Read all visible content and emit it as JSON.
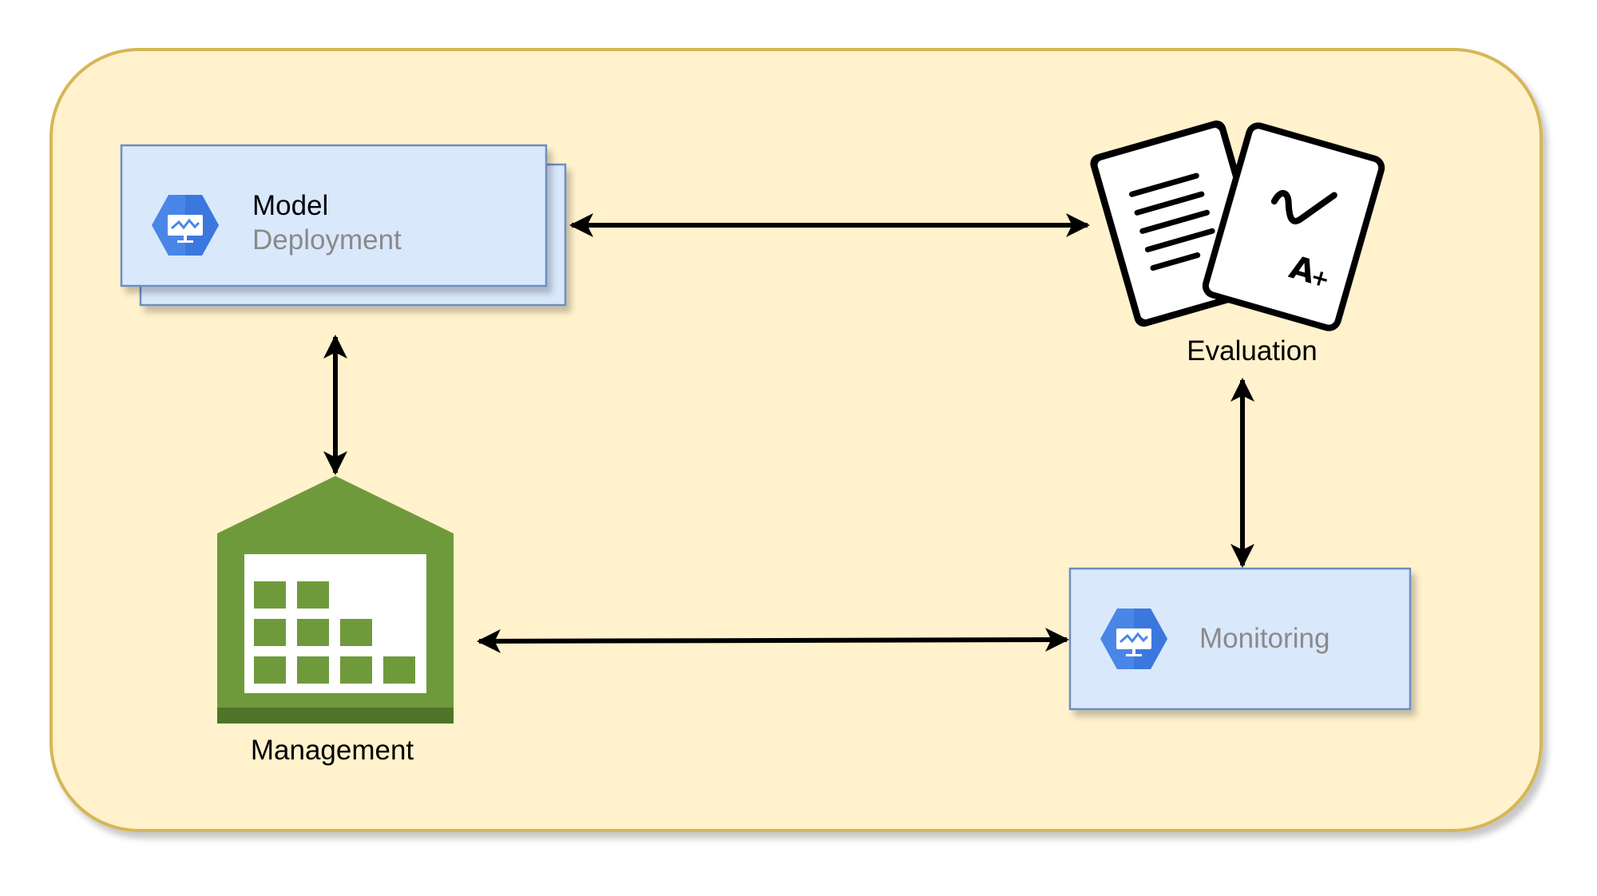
{
  "colors": {
    "container_fill": "#fff2cc",
    "container_stroke": "#d6b656",
    "card_fill": "#dae8fc",
    "card_stroke": "#6c8ebf",
    "gcp_icon_blue": "#4a86e8",
    "warehouse_green": "#6f9a3c",
    "warehouse_dark_green": "#4f7428",
    "connector": "#000000",
    "secondary_text": "#8a8a8a"
  },
  "nodes": {
    "model_deployment": {
      "icon": "cloud-monitoring-hexagon-icon",
      "title": "Model",
      "subtitle": "Deployment"
    },
    "evaluation": {
      "icon": "graded-documents-icon",
      "label": "Evaluation"
    },
    "management": {
      "icon": "warehouse-storage-icon",
      "label": "Management"
    },
    "monitoring": {
      "icon": "cloud-monitoring-hexagon-icon",
      "label": "Monitoring"
    }
  },
  "edges": [
    {
      "from": "model_deployment",
      "to": "evaluation",
      "direction": "bidirectional"
    },
    {
      "from": "model_deployment",
      "to": "management",
      "direction": "bidirectional"
    },
    {
      "from": "evaluation",
      "to": "monitoring",
      "direction": "bidirectional"
    },
    {
      "from": "management",
      "to": "monitoring",
      "direction": "bidirectional"
    }
  ]
}
